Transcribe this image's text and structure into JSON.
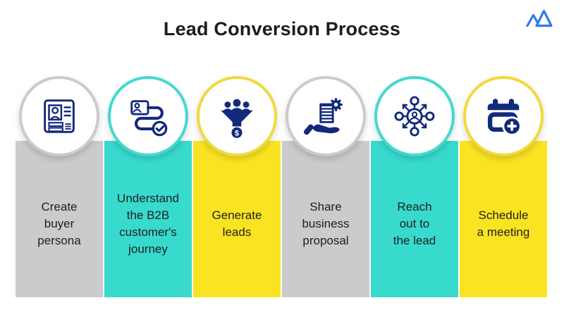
{
  "title": "Lead Conversion Process",
  "logo": {
    "icon": "mountain-logo-icon",
    "color": "#2E7CE8"
  },
  "colors": {
    "icon_navy": "#13297C",
    "title_text": "#1C1C1C",
    "label_text": "#1F1F1F",
    "background": "#FFFFFF"
  },
  "steps": [
    {
      "icon": "buyer-persona-id-card-icon",
      "label": "Create\nbuyer\npersona",
      "color": "#CBCBCB",
      "ring": "#CBCBCB"
    },
    {
      "icon": "customer-journey-icon",
      "label": "Understand\nthe B2B\ncustomer's\njourney",
      "color": "#38DACE",
      "ring": "#43D9CE"
    },
    {
      "icon": "lead-funnel-icon",
      "label": "Generate\nleads",
      "color": "#FAE422",
      "ring": "#F2D93B",
      "badge": "$"
    },
    {
      "icon": "business-proposal-icon",
      "label": "Share\nbusiness\nproposal",
      "color": "#CBCBCB",
      "ring": "#CBCBCB"
    },
    {
      "icon": "outreach-network-icon",
      "label": "Reach\nout to\nthe lead",
      "color": "#38DACE",
      "ring": "#43D9CE"
    },
    {
      "icon": "schedule-meeting-icon",
      "label": "Schedule\na meeting",
      "color": "#FAE422",
      "ring": "#F2D93B"
    }
  ]
}
